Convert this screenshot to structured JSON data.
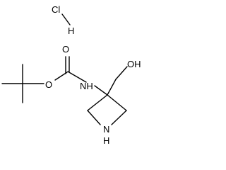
{
  "structure": {
    "atoms": {
      "cl": "Cl",
      "h": "H",
      "o_carbonyl": "O",
      "o_ester": "O",
      "nh": "NH",
      "oh": "OH",
      "n_ring": "N",
      "h_ring": "H"
    }
  }
}
